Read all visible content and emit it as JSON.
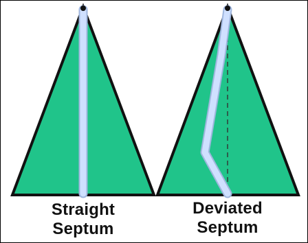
{
  "panels": [
    {
      "name": "straight",
      "line1": "Straight",
      "line2": "Septum"
    },
    {
      "name": "deviated",
      "line1": "Deviated",
      "line2": "Septum"
    }
  ],
  "colors": {
    "fill": "#20c48a",
    "outline": "#111111",
    "septum": "#cfe0ff",
    "septum_edge": "#9fb6de",
    "midline": "#333333",
    "background": "#ffffff"
  }
}
